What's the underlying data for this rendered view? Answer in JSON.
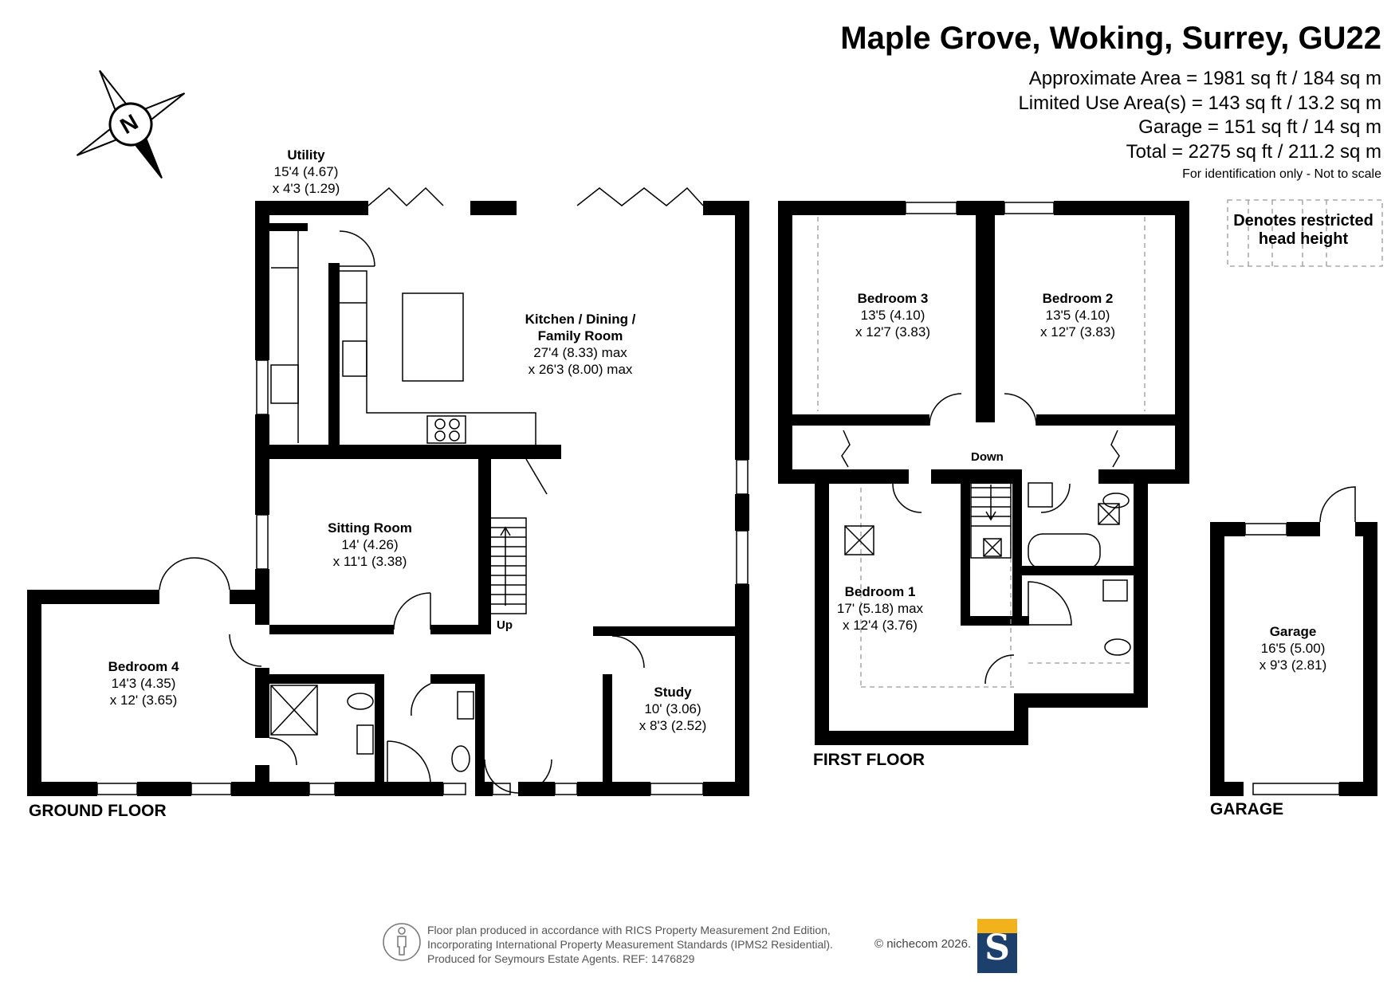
{
  "header": {
    "title": "Maple Grove, Woking, Surrey, GU22",
    "area_lines": [
      "Approximate Area = 1981 sq ft / 184 sq m",
      "Limited Use Area(s) = 143 sq ft / 13.2 sq m",
      "Garage = 151 sq ft / 14 sq m",
      "Total = 2275 sq ft / 211.2 sq m"
    ],
    "disclaimer": "For identification only - Not to scale"
  },
  "legend": {
    "text": "Denotes restricted head height"
  },
  "compass": {
    "label": "N",
    "icon": "compass-rose-icon"
  },
  "rooms": {
    "utility": {
      "name": "Utility",
      "dim1": "15'4 (4.67)",
      "dim2": "x 4'3 (1.29)"
    },
    "kitchen": {
      "name1": "Kitchen / Dining /",
      "name2": "Family Room",
      "dim1": "27'4 (8.33) max",
      "dim2": "x 26'3 (8.00) max"
    },
    "sitting": {
      "name": "Sitting Room",
      "dim1": "14' (4.26)",
      "dim2": "x 11'1 (3.38)"
    },
    "bedroom4": {
      "name": "Bedroom 4",
      "dim1": "14'3 (4.35)",
      "dim2": "x 12' (3.65)"
    },
    "study": {
      "name": "Study",
      "dim1": "10' (3.06)",
      "dim2": "x 8'3 (2.52)"
    },
    "bedroom3": {
      "name": "Bedroom 3",
      "dim1": "13'5 (4.10)",
      "dim2": "x 12'7 (3.83)"
    },
    "bedroom2": {
      "name": "Bedroom 2",
      "dim1": "13'5 (4.10)",
      "dim2": "x 12'7 (3.83)"
    },
    "bedroom1": {
      "name": "Bedroom 1",
      "dim1": "17' (5.18) max",
      "dim2": "x 12'4 (3.76)"
    },
    "garage": {
      "name": "Garage",
      "dim1": "16'5 (5.00)",
      "dim2": "x 9'3 (2.81)"
    }
  },
  "stairs": {
    "up": "Up",
    "down": "Down"
  },
  "floors": {
    "ground": "GROUND FLOOR",
    "first": "FIRST FLOOR",
    "garage": "GARAGE"
  },
  "footer": {
    "lines": [
      "Floor plan produced in accordance with RICS Property Measurement 2nd Edition,",
      "Incorporating International Property Measurement Standards (IPMS2 Residential).",
      "Produced for Seymours Estate Agents.   REF: 1476829"
    ],
    "copyright": "© nichecom 2026.",
    "logo_letter": "S",
    "icon": "person-standard-icon"
  },
  "colors": {
    "wall": "#000000",
    "logo_gold": "#f2b21b",
    "logo_navy": "#1d3f6b",
    "dashed": "#999999"
  }
}
